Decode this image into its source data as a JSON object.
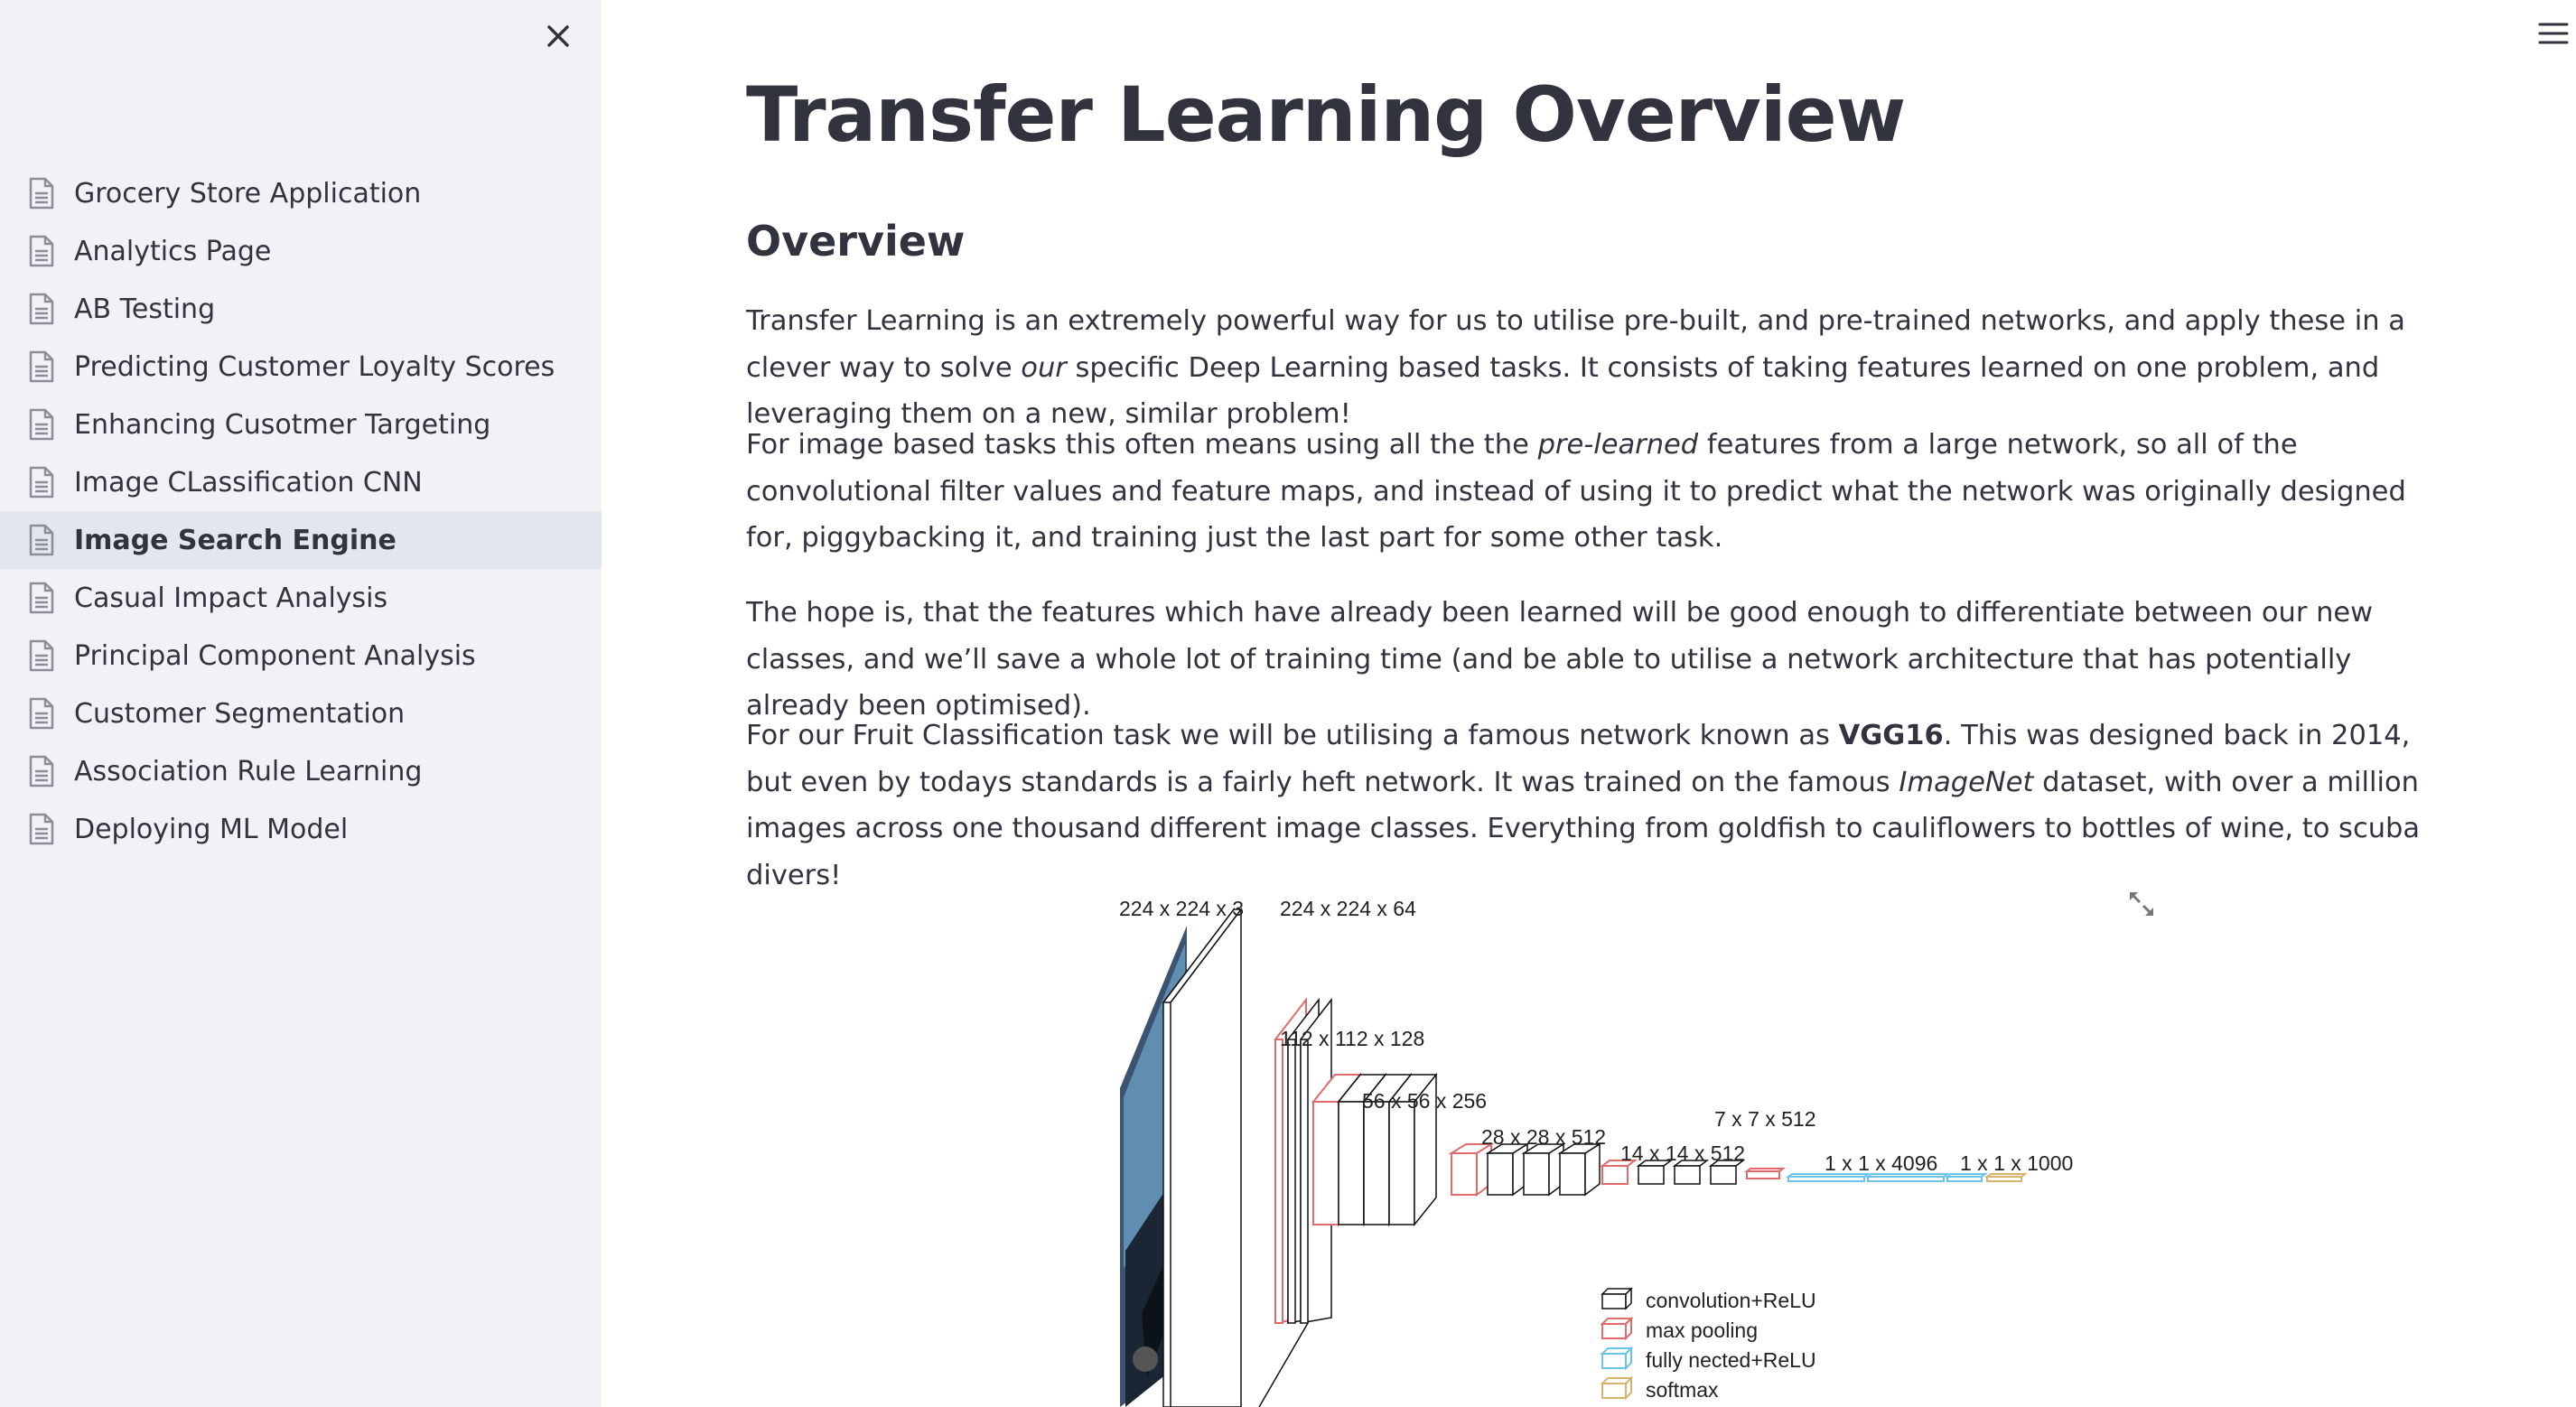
{
  "sidebar": {
    "items": [
      {
        "label": "Grocery Store Application"
      },
      {
        "label": "Analytics Page"
      },
      {
        "label": "AB Testing"
      },
      {
        "label": "Predicting Customer Loyalty Scores"
      },
      {
        "label": "Enhancing Cusotmer Targeting"
      },
      {
        "label": "Image CLassification CNN"
      },
      {
        "label": "Image Search Engine",
        "active": true
      },
      {
        "label": "Casual Impact Analysis"
      },
      {
        "label": "Principal Component Analysis"
      },
      {
        "label": "Customer Segmentation"
      },
      {
        "label": "Association Rule Learning"
      },
      {
        "label": "Deploying ML Model"
      }
    ],
    "item_icon": "file-text-icon",
    "close_icon": "close-icon"
  },
  "header": {
    "menu_icon": "hamburger-menu-icon"
  },
  "main": {
    "title": "Transfer Learning Overview",
    "subtitle": "Overview",
    "p1": {
      "a": "Transfer Learning is an extremely powerful way for us to utilise pre-built, and pre-trained networks, and apply these in a clever way to solve ",
      "em": "our",
      "b": " specific Deep Learning based tasks. It consists of taking features learned on one problem, and leveraging them on a new, similar problem!"
    },
    "p2": {
      "a": "For image based tasks this often means using all the the ",
      "em": "pre-learned",
      "b": " features from a large network, so all of the convolutional filter values and feature maps, and instead of using it to predict what the network was originally designed for, piggybacking it, and training just the last part for some other task."
    },
    "p3": "The hope is, that the features which have already been learned will be good enough to differentiate between our new classes, and we’ll save a whole lot of training time (and be able to utilise a network architecture that has potentially already been optimised).",
    "p4": {
      "a": "For our Fruit Classification task we will be utilising a famous network known as ",
      "strong": "VGG16",
      "b": ". This was designed back in 2014, but even by todays standards is a fairly heft network. It was trained on the famous ",
      "em": "ImageNet",
      "c": " dataset, with over a million images across one thousand different image classes. Everything from goldfish to cauliflowers to bottles of wine, to scuba divers!"
    }
  },
  "figure": {
    "fullscreen_icon": "expand-icon",
    "labels": {
      "input": "224 x 224 x 3",
      "block1": "224 x 224 x 64",
      "block2": "112 x 112 x 128",
      "block3": "56 x 56 x 256",
      "block4": "28 x 28 x 512",
      "block5": "14 x 14 x 512",
      "pool5": "7 x 7 x 512",
      "fc": "1 x 1 x 4096",
      "out": "1 x 1 x 1000"
    },
    "legend": {
      "conv": "convolution+ReLU",
      "pool": "max pooling",
      "fc": "fully nected+ReLU",
      "softmax": "softmax"
    },
    "colors": {
      "conv": "#111111",
      "pool": "#e36a6a",
      "fc": "#6ac3e8",
      "softmax": "#d9b36b"
    }
  }
}
